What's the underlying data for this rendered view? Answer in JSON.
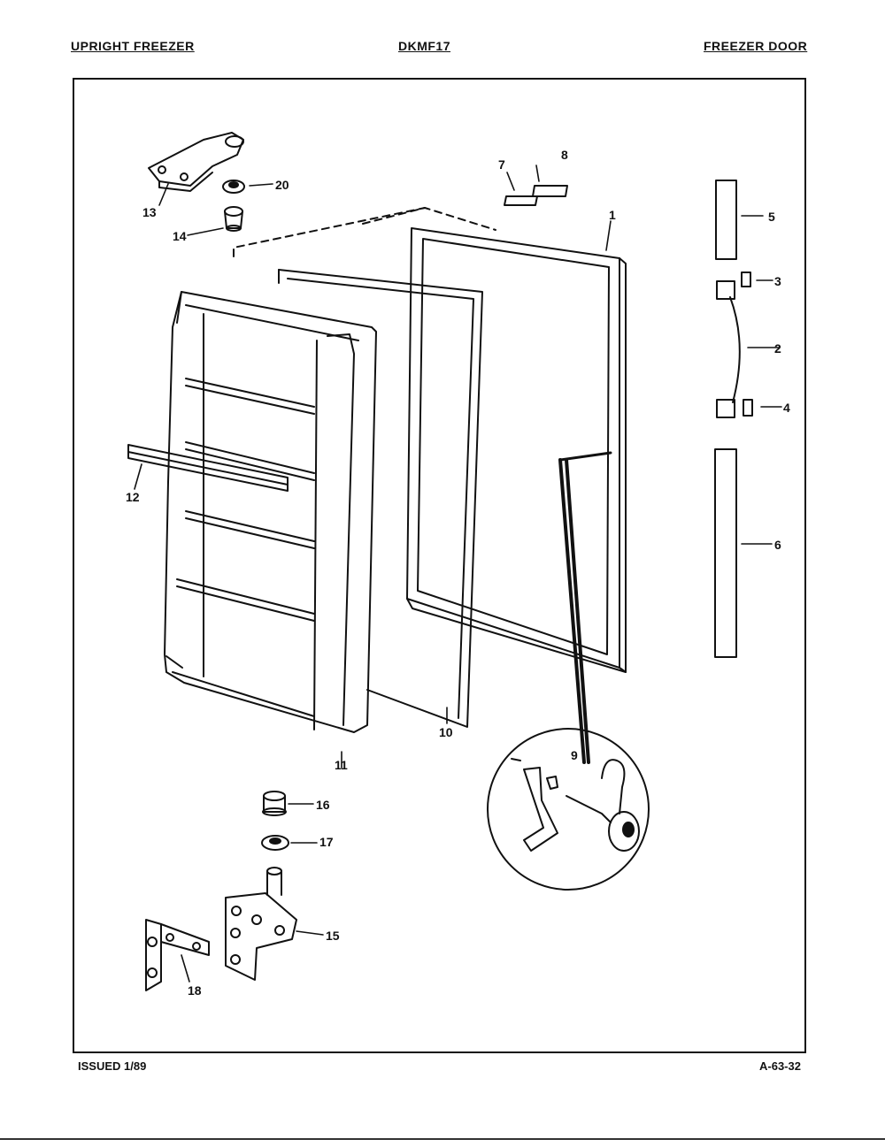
{
  "header": {
    "left": "UPRIGHT FREEZER",
    "center": "DKMF17",
    "right": "FREEZER DOOR"
  },
  "footer": {
    "left": "ISSUED 1/89",
    "right": "A-63-32"
  },
  "callouts": {
    "c1": "1",
    "c2": "2",
    "c3": "3",
    "c4": "4",
    "c5": "5",
    "c6": "6",
    "c7": "7",
    "c8": "8",
    "c9": "9",
    "c10": "10",
    "c11": "11",
    "c12": "12",
    "c13": "13",
    "c14": "14",
    "c15": "15",
    "c16": "16",
    "c17": "17",
    "c18": "18",
    "c20": "20"
  }
}
